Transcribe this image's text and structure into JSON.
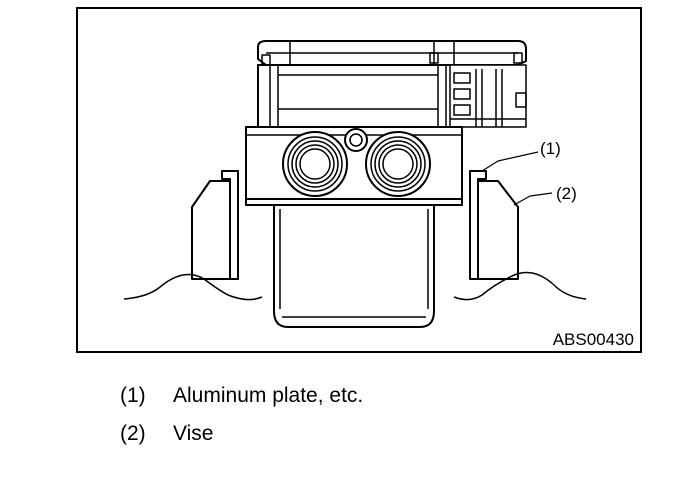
{
  "figure": {
    "code": "ABS00430",
    "callouts": [
      {
        "number": "(1)",
        "target": "aluminum-plate"
      },
      {
        "number": "(2)",
        "target": "vise"
      }
    ]
  },
  "legend": {
    "items": [
      {
        "number": "(1)",
        "text": "Aluminum plate, etc."
      },
      {
        "number": "(2)",
        "text": "Vise"
      }
    ]
  }
}
